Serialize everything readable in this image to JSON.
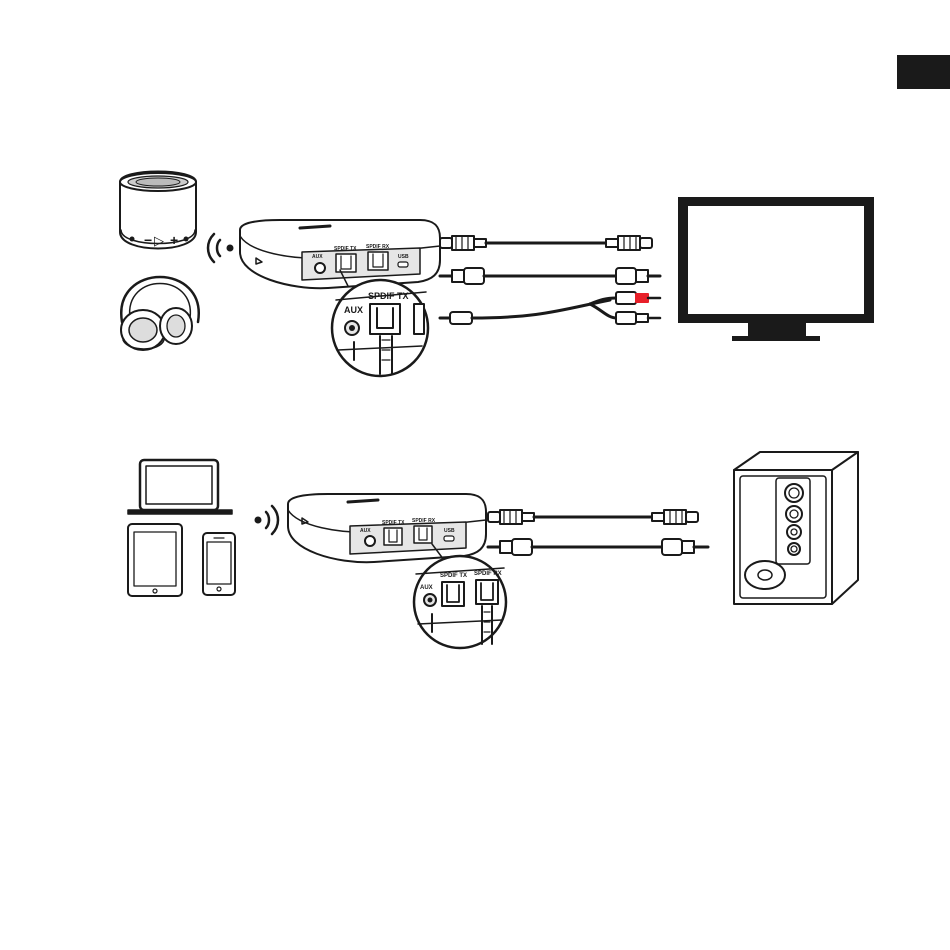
{
  "colors": {
    "ink": "#1a1a1a",
    "page_tab": "#1a1a1a",
    "device_fill": "#ffffff",
    "panel_fill": "#e6e6e6",
    "rca_red": "#e8202a",
    "rca_white": "#ffffff"
  },
  "transmit_section": {
    "speaker_buttons": {
      "minus": "−",
      "play": "▷",
      "plus": "+"
    },
    "device": {
      "port_aux": "AUX",
      "port_spdif_tx": "SPDIF TX",
      "port_spdif_rx": "SPDIF RX",
      "port_usb": "USB"
    },
    "zoom": {
      "port_aux": "AUX",
      "port_spdif_tx": "SPDIF TX"
    },
    "icons": [
      "bluetooth-speaker-icon",
      "headphones-icon",
      "wireless-signal-icon",
      "optical-cable-icon",
      "aux-cable-icon",
      "rca-cable-icon",
      "tv-icon"
    ]
  },
  "receive_section": {
    "device": {
      "port_aux": "AUX",
      "port_spdif_tx": "SPDIF TX",
      "port_spdif_rx": "SPDIF RX",
      "port_usb": "USB"
    },
    "zoom": {
      "port_aux": "AUX",
      "port_spdif_tx": "SPDIF TX",
      "port_spdif_rx": "SPDIF RX"
    },
    "icons": [
      "laptop-icon",
      "tablet-icon",
      "phone-icon",
      "wireless-signal-icon",
      "optical-cable-icon",
      "aux-cable-icon",
      "speaker-icon"
    ]
  }
}
